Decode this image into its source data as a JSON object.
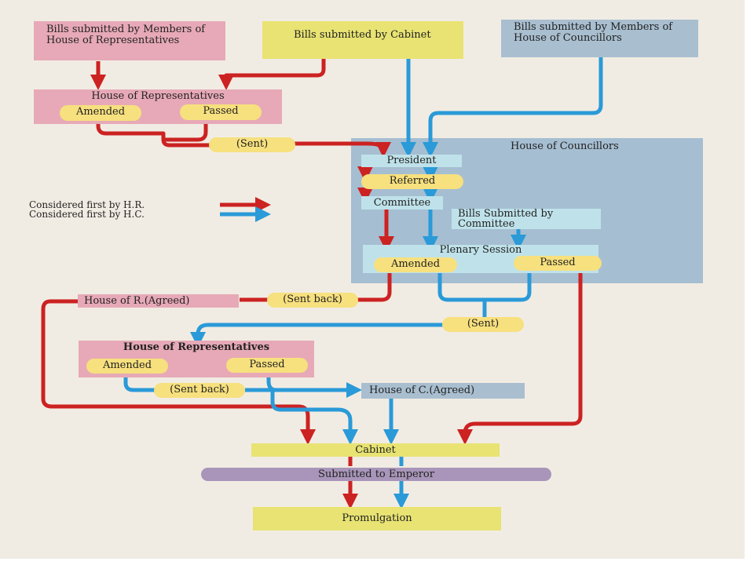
{
  "sources": {
    "hr_members": "Bills submitted by Members of House of Representatives",
    "cabinet": "Bills submitted by Cabinet",
    "hc_members": "Bills submitted by Members of House of Councillors"
  },
  "hr_first": {
    "title": "House of Representatives",
    "amended": "Amended",
    "passed": "Passed",
    "sent": "(Sent)"
  },
  "hc": {
    "title": "House of Councillors",
    "president": "President",
    "referred": "Referred",
    "committee": "Committee",
    "bills_by_committee": "Bills Submitted by Committee",
    "plenary": "Plenary Session",
    "amended": "Amended",
    "passed": "Passed"
  },
  "legend": {
    "hr": "Considered first by H.R.",
    "hc": "Considered first by H.C."
  },
  "middle": {
    "hr_agreed": "House of R.(Agreed)",
    "sent_back": "(Sent back)",
    "sent": "(Sent)"
  },
  "hr_second": {
    "title": "House of Representatives",
    "amended": "Amended",
    "passed": "Passed",
    "sent_back": "(Sent back)",
    "hc_agreed": "House of C.(Agreed)"
  },
  "final": {
    "cabinet": "Cabinet",
    "emperor": "Submitted to Emperor",
    "promulgation": "Promulgation"
  },
  "colors": {
    "red_arrow": "#cc2222",
    "blue_arrow": "#2a9ad8",
    "pink_box": "#e7a9b7",
    "yellow_box": "#e8e372",
    "blue_box": "#a9bfd0",
    "pill": "#f7e07e"
  }
}
